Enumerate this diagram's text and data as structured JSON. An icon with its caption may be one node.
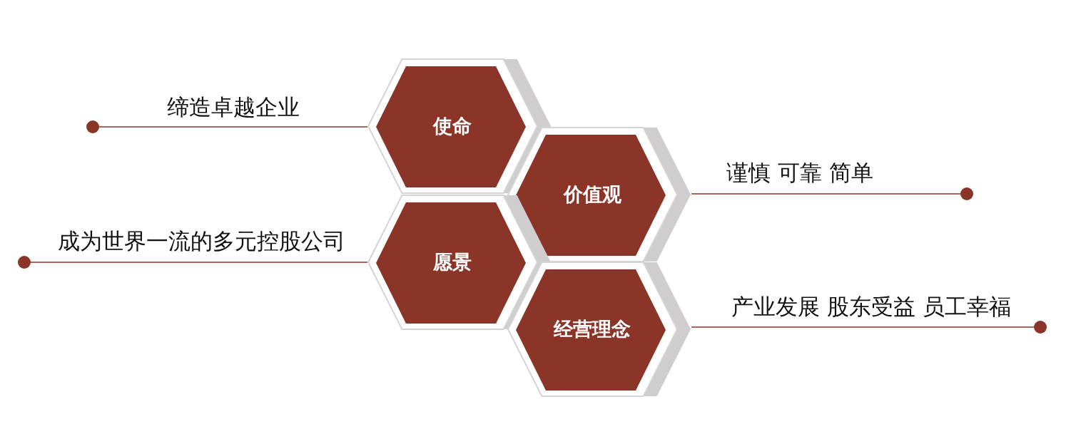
{
  "diagram": {
    "nodes": [
      {
        "text": [
          "使命"
        ]
      },
      {
        "text": [
          "价值观"
        ]
      },
      {
        "text": [
          "愿景"
        ]
      },
      {
        "text": [
          "经营理念"
        ]
      },
      {
        "text": [],
        "shape": "circle"
      },
      {
        "text": [],
        "shape": "circle"
      },
      {
        "text": [],
        "shape": "circle"
      },
      {
        "text": [],
        "shape": "circle"
      }
    ],
    "edges": [
      {
        "from": 0,
        "to": 4,
        "arrow": "none",
        "label": "缔造卓越企业"
      },
      {
        "from": 1,
        "to": 6,
        "arrow": "none",
        "label": "谨慎 可靠 简单"
      },
      {
        "from": 2,
        "to": 5,
        "arrow": "none",
        "label": "成为世界一流的多元控股公司"
      },
      {
        "from": 3,
        "to": 7,
        "arrow": "none",
        "label": "产业发展 股东受益 员工幸福"
      }
    ]
  }
}
